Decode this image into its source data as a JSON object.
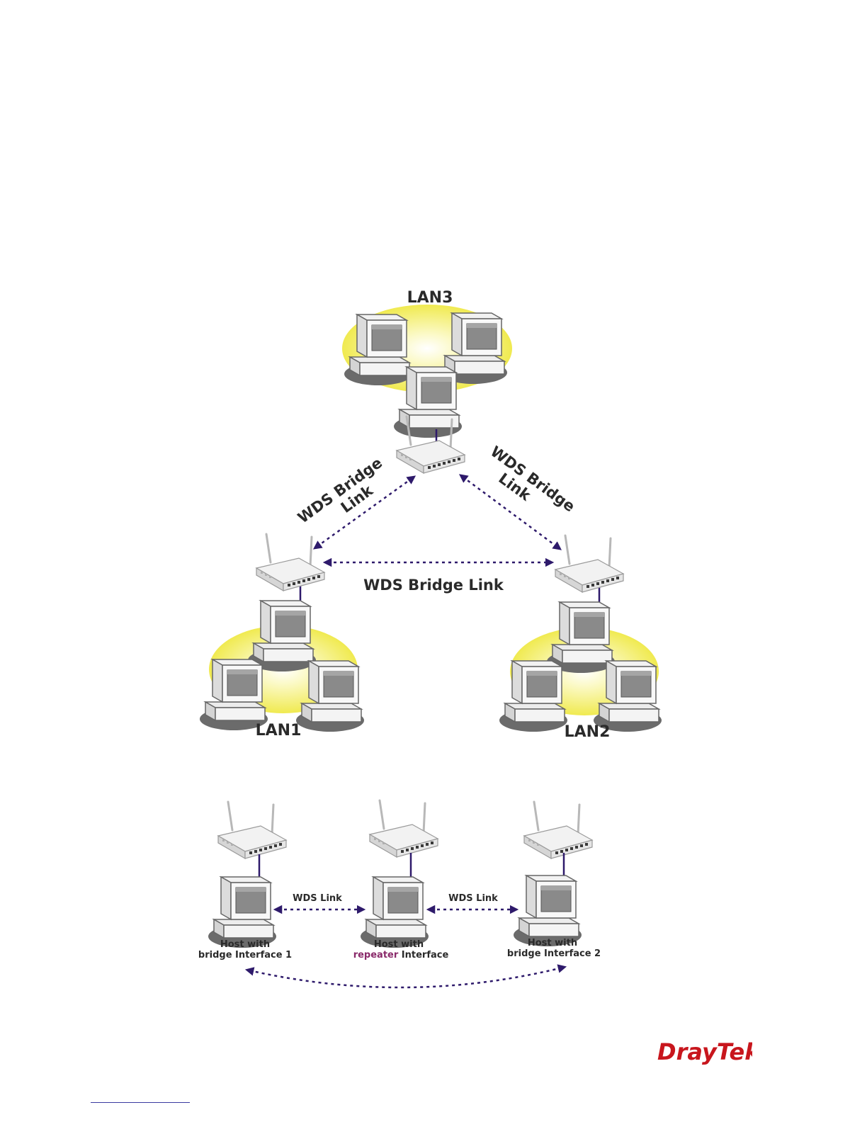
{
  "diagram1": {
    "lan3": "LAN3",
    "lan1": "LAN1",
    "lan2": "LAN2",
    "left_link": [
      "WDS Bridge",
      "Link"
    ],
    "right_link": [
      "WDS Bridge",
      "Link"
    ],
    "bottom_link": "WDS Bridge Link"
  },
  "diagram2": {
    "link_left": "WDS Link",
    "link_right": "WDS Link",
    "host1": [
      "Host with",
      "bridge Interface 1"
    ],
    "host2_line1": "Host with",
    "host2_highlight": "repeater",
    "host2_rest": " Interface",
    "host3": [
      "Host with",
      "bridge Interface 2"
    ]
  },
  "brand": {
    "logo_text": "DrayTek",
    "color": "#c8161d"
  },
  "colors": {
    "arrow": "#2e1a6b",
    "lan_glow": "#f3ef58",
    "repeater": "#8a2a6a"
  }
}
